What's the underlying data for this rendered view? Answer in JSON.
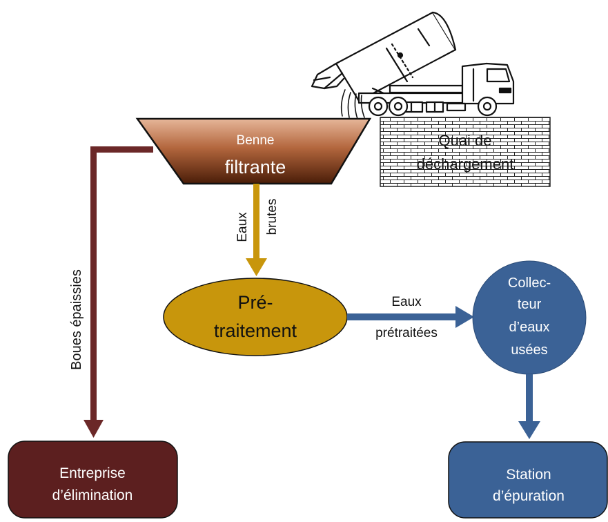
{
  "nodes": {
    "benne": {
      "line1": "Benne",
      "line2": "filtrante"
    },
    "quai": {
      "line1": "Quai de",
      "line2": "déchargement"
    },
    "pretraitement": {
      "line1": "Pré-",
      "line2": "traitement"
    },
    "collecteur": {
      "line1": "Collec-",
      "line2": "teur",
      "line3": "d’eaux",
      "line4": "usées"
    },
    "entreprise": {
      "line1": "Entreprise",
      "line2": "d’élimination"
    },
    "station": {
      "line1": "Station",
      "line2": "d’épuration"
    }
  },
  "edges": {
    "eaux_brutes": {
      "line1": "Eaux",
      "line2": "brutes"
    },
    "eaux_pretraitees": {
      "line1": "Eaux",
      "line2": "prétraitées"
    },
    "boues": {
      "label": "Boues épaissies"
    }
  },
  "colors": {
    "sludge": "#6b2828",
    "raw_water": "#c8960c",
    "treated_water": "#3b6296",
    "dark_node": "#5c1f1f",
    "blue_node": "#3b6296"
  },
  "icons": {
    "truck": "tipper-truck-icon"
  }
}
